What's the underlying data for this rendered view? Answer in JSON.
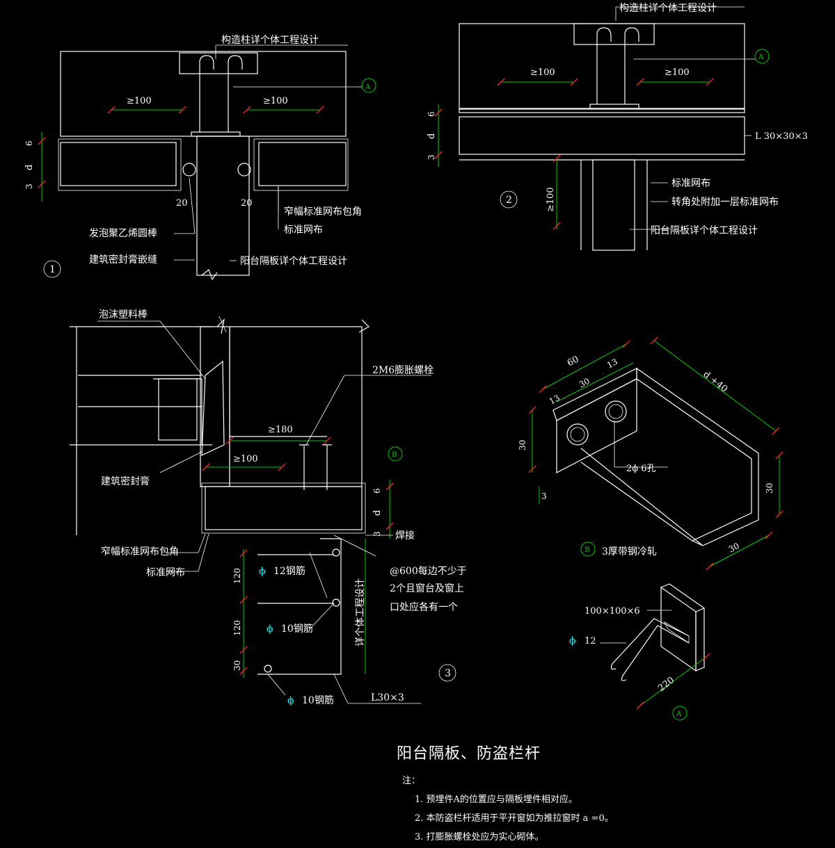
{
  "labels": {
    "col_design_1": "构造柱详个体工程设计",
    "col_design_2": "构造柱详个体工程设计",
    "ge100": "≥100",
    "ge100_v": "≥100",
    "ge180": "≥180",
    "d6": "6",
    "dd": "d",
    "d3": "3",
    "d20": "20",
    "narrow_mesh": "窄幅标准网布包角",
    "std_mesh": "标准网布",
    "foam_rod": "发泡聚乙烯圆棒",
    "sealant_joint": "建筑密封膏嵌缝",
    "balcony_design": "阳台隔板详个体工程设计",
    "angle_30": "L 30×30×3",
    "corner_mesh": "转角处附加一层标准网布",
    "foam_plastic_rod": "泡沫塑料棒",
    "bolt_2m6": "2M6膨胀螺栓",
    "sealant": "建筑密封膏",
    "weld": "焊接",
    "bar_12": "12钢筋",
    "bar_10": "10钢筋",
    "phi": "ϕ",
    "at600_1": "@600每边不少于",
    "at600_2": "2个且窗台及窗上",
    "at600_3": "口处应各有一个",
    "detail_design": "详个体工程设计",
    "angle_l30": "L30×3",
    "d120": "120",
    "d30": "30",
    "d60": "60",
    "d13": "13",
    "d_plus40": "d +40",
    "holes": "2ϕ 6孔",
    "strip_steel": "3厚带钢冷轧",
    "plate_100": "100×100×6",
    "d12": "12",
    "d220": "220",
    "markA": "A",
    "markB": "B",
    "n1": "1",
    "n2": "2",
    "n3": "3"
  },
  "title": "阳台隔板、防盗栏杆",
  "notes": {
    "heading": "注：",
    "items": [
      "1.  预埋件A的位置应与隔板埋件相对应。",
      "2.  本防盗栏杆适用于平开窗如为推拉窗时 a  =0。",
      "3.  打膨胀螺栓处应为实心砌体。"
    ]
  },
  "colors": {
    "background": "#000000",
    "line": "#ffffff",
    "dimension": "#00cc00",
    "tick": "#ff2222",
    "accent": "#00ffff"
  }
}
